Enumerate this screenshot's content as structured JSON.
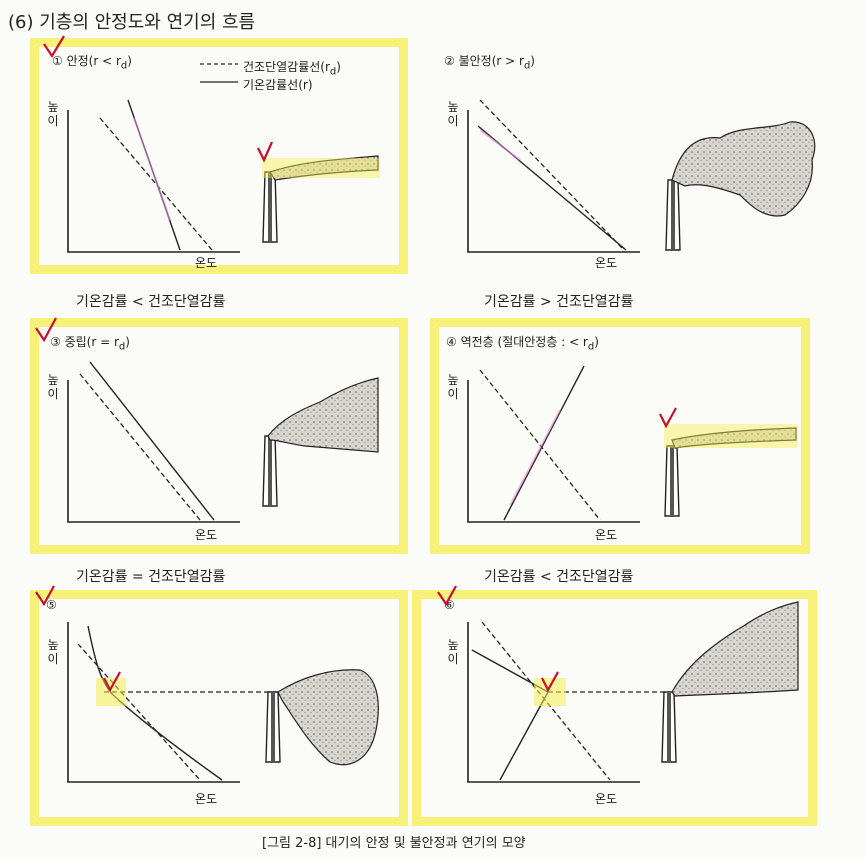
{
  "title": "(6) 기층의 안정도와 연기의 흐름",
  "panels": {
    "p1": {
      "label": "① 안정(r < r",
      "sub": "d",
      "close": ")"
    },
    "p2": {
      "label": "② 불안정(r > r",
      "sub": "d",
      "close": ")"
    },
    "p3": {
      "label": "③ 중립(r = r",
      "sub": "d",
      "close": ")"
    },
    "p4": {
      "label": "④ 역전층 (절대안정층 : < r",
      "sub": "d",
      "close": ")"
    },
    "p5": {
      "label": "⑤"
    },
    "p6": {
      "label": "⑥"
    }
  },
  "legend": {
    "dry": "건조단열감률선(r",
    "dry_sub": "d",
    "dry_close": ")",
    "env": "기온감률선(r)"
  },
  "axis": {
    "y": "높이",
    "x": "온도"
  },
  "relations": {
    "r1": "기온감률 < 건조단열감률",
    "r2": "기온감률 > 건조단열감률",
    "r3": "기온감률 = 건조단열감률",
    "r5": "기온감률 < 건조단열감률"
  },
  "caption": "[그림 2-8] 대기의 안정 및 불안정과 연기의 모양",
  "colors": {
    "highlight": "#f5ee50",
    "check": "#c8102e",
    "pink": "#e38bd6"
  }
}
